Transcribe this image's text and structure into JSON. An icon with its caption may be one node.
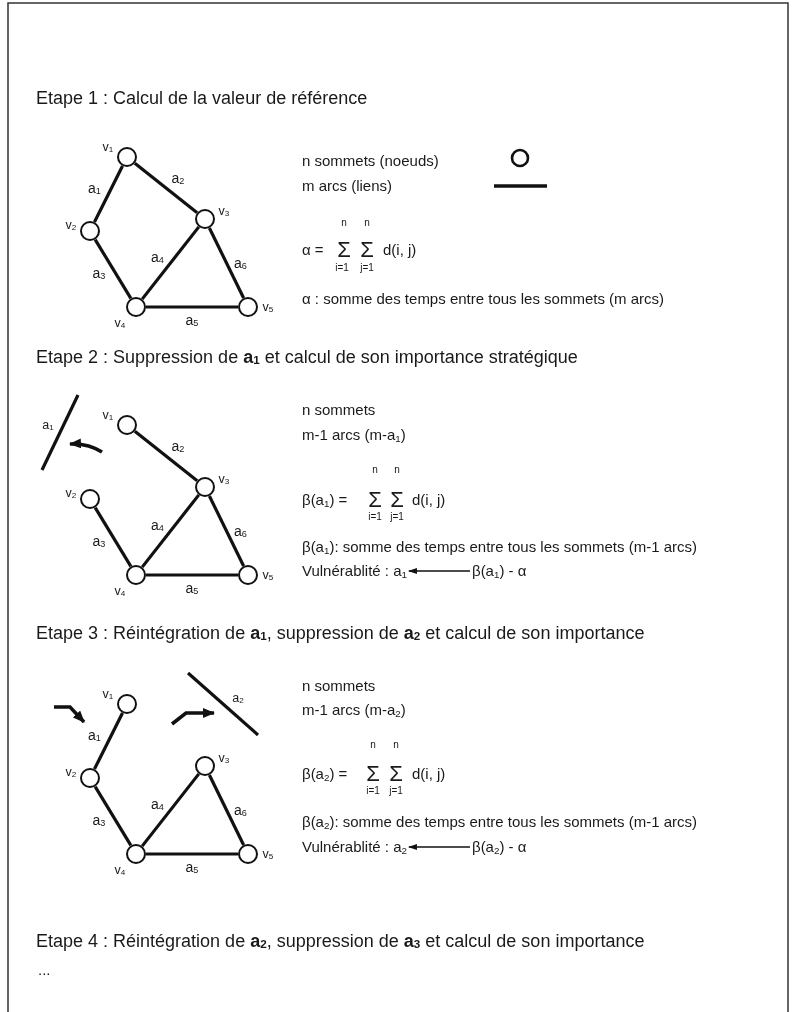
{
  "diagram": {
    "nodes": [
      {
        "text": [],
        "shape": "circle",
        "beside": [
          "v$_{1}$"
        ]
      },
      {
        "text": [],
        "shape": "circle",
        "beside": [
          "v$_{2}$"
        ]
      },
      {
        "text": [],
        "shape": "circle",
        "beside": [
          "v$_{3}$"
        ]
      },
      {
        "text": [],
        "shape": "circle",
        "beside": [
          "v$_{4}$"
        ]
      },
      {
        "text": [],
        "shape": "circle",
        "beside": [
          "v$_{5}$"
        ]
      },
      {
        "text": [],
        "shape": "circle",
        "beside": [
          "v$_{1}$"
        ]
      },
      {
        "text": [],
        "shape": "circle",
        "beside": [
          "v$_{2}$"
        ]
      },
      {
        "text": [],
        "shape": "circle",
        "beside": [
          "v$_{3}$"
        ]
      },
      {
        "text": [],
        "shape": "circle",
        "beside": [
          "v$_{4}$"
        ]
      },
      {
        "text": [],
        "shape": "circle",
        "beside": [
          "v$_{5}$"
        ]
      },
      {
        "text": [
          "a$_{1}$"
        ]
      },
      {
        "text": [
          "Vulnérablité : a$_{1}$"
        ]
      },
      {
        "text": [
          "β(a$_{1}$) - α"
        ]
      },
      {
        "text": [],
        "shape": "circle",
        "beside": [
          "v$_{1}$"
        ]
      },
      {
        "text": [],
        "shape": "circle",
        "beside": [
          "v$_{2}$"
        ]
      },
      {
        "text": [],
        "shape": "circle",
        "beside": [
          "v$_{3}$"
        ]
      },
      {
        "text": [],
        "shape": "circle",
        "beside": [
          "v$_{4}$"
        ]
      },
      {
        "text": [],
        "shape": "circle",
        "beside": [
          "v$_{5}$"
        ]
      },
      {
        "text": [
          "a$_{2}$"
        ]
      },
      {
        "text": [
          "Vulnérablité : a$_{2}$"
        ]
      },
      {
        "text": [
          "β(a$_{2}$) - α"
        ]
      }
    ],
    "edges": [
      {
        "from": 0,
        "to": 1,
        "arrow": "none",
        "label": "a$_{1}$"
      },
      {
        "from": 0,
        "to": 2,
        "arrow": "none",
        "label": "a$_{2}$"
      },
      {
        "from": 1,
        "to": 3,
        "arrow": "none",
        "label": "a$_{3}$"
      },
      {
        "from": 3,
        "to": 2,
        "arrow": "none",
        "label": "a$_{4}$"
      },
      {
        "from": 2,
        "to": 4,
        "arrow": "none",
        "label": "a$_{6}$"
      },
      {
        "from": 3,
        "to": 4,
        "arrow": "none",
        "label": "a$_{5}$"
      },
      {
        "from": 5,
        "to": 7,
        "arrow": "none",
        "label": "a$_{2}$"
      },
      {
        "from": 6,
        "to": 8,
        "arrow": "none",
        "label": "a$_{3}$"
      },
      {
        "from": 8,
        "to": 7,
        "arrow": "none",
        "label": "a$_{4}$"
      },
      {
        "from": 7,
        "to": 9,
        "arrow": "none",
        "label": "a$_{6}$"
      },
      {
        "from": 8,
        "to": 9,
        "arrow": "none",
        "label": "a$_{5}$"
      },
      {
        "from": null,
        "to": 10,
        "arrow": "to"
      },
      {
        "from": 12,
        "to": 11,
        "arrow": "to"
      },
      {
        "from": 13,
        "to": 14,
        "arrow": "none",
        "label": "a$_{1}$"
      },
      {
        "from": 14,
        "to": 16,
        "arrow": "none",
        "label": "a$_{3}$"
      },
      {
        "from": 16,
        "to": 15,
        "arrow": "none",
        "label": "a$_{4}$"
      },
      {
        "from": 15,
        "to": 17,
        "arrow": "none",
        "label": "a$_{6}$"
      },
      {
        "from": 16,
        "to": 17,
        "arrow": "none",
        "label": "a$_{5}$"
      },
      {
        "from": null,
        "to": 18,
        "arrow": "to"
      },
      {
        "from": 20,
        "to": 19,
        "arrow": "to"
      }
    ],
    "labels": [
      "Etape 1 : Calcul de la valeur de référence",
      "n",
      "n",
      "α =",
      "Σ",
      "Σ",
      "d(i, j)",
      "i=1",
      "j=1",
      "α : somme des temps entre tous les sommets (m arcs)",
      "Etape 2 : Suppression de **a$_{1}$** et calcul de son importance stratégique",
      "n sommets",
      "m-1 arcs (m-a$_{1}$)",
      "n",
      "n",
      "β(a$_{1}$) =",
      "Σ",
      "Σ",
      "d(i, j)",
      "i=1",
      "j=1",
      "β(a$_{1}$): somme des temps entre tous les sommets (m-1 arcs)",
      "Etape 3 : Réintégration de **a$_{1}$**, suppression de **a$_{2}$** et calcul de son importance",
      "n sommets",
      "m-1 arcs (m-a$_{2}$)",
      "n",
      "n",
      "β(a$_{2}$) =",
      "Σ",
      "Σ",
      "d(i, j)",
      "i=1",
      "j=1",
      "β(a$_{2}$): somme des temps entre tous les sommets (m-1 arcs)",
      "Etape 4 : Réintégration de **a$_{2}$**, suppression de **a$_{3}$** et calcul de son importance",
      "..."
    ],
    "legend": [
      {
        "text": "n sommets (noeuds)"
      },
      {
        "text": "m arcs (liens)"
      }
    ]
  }
}
